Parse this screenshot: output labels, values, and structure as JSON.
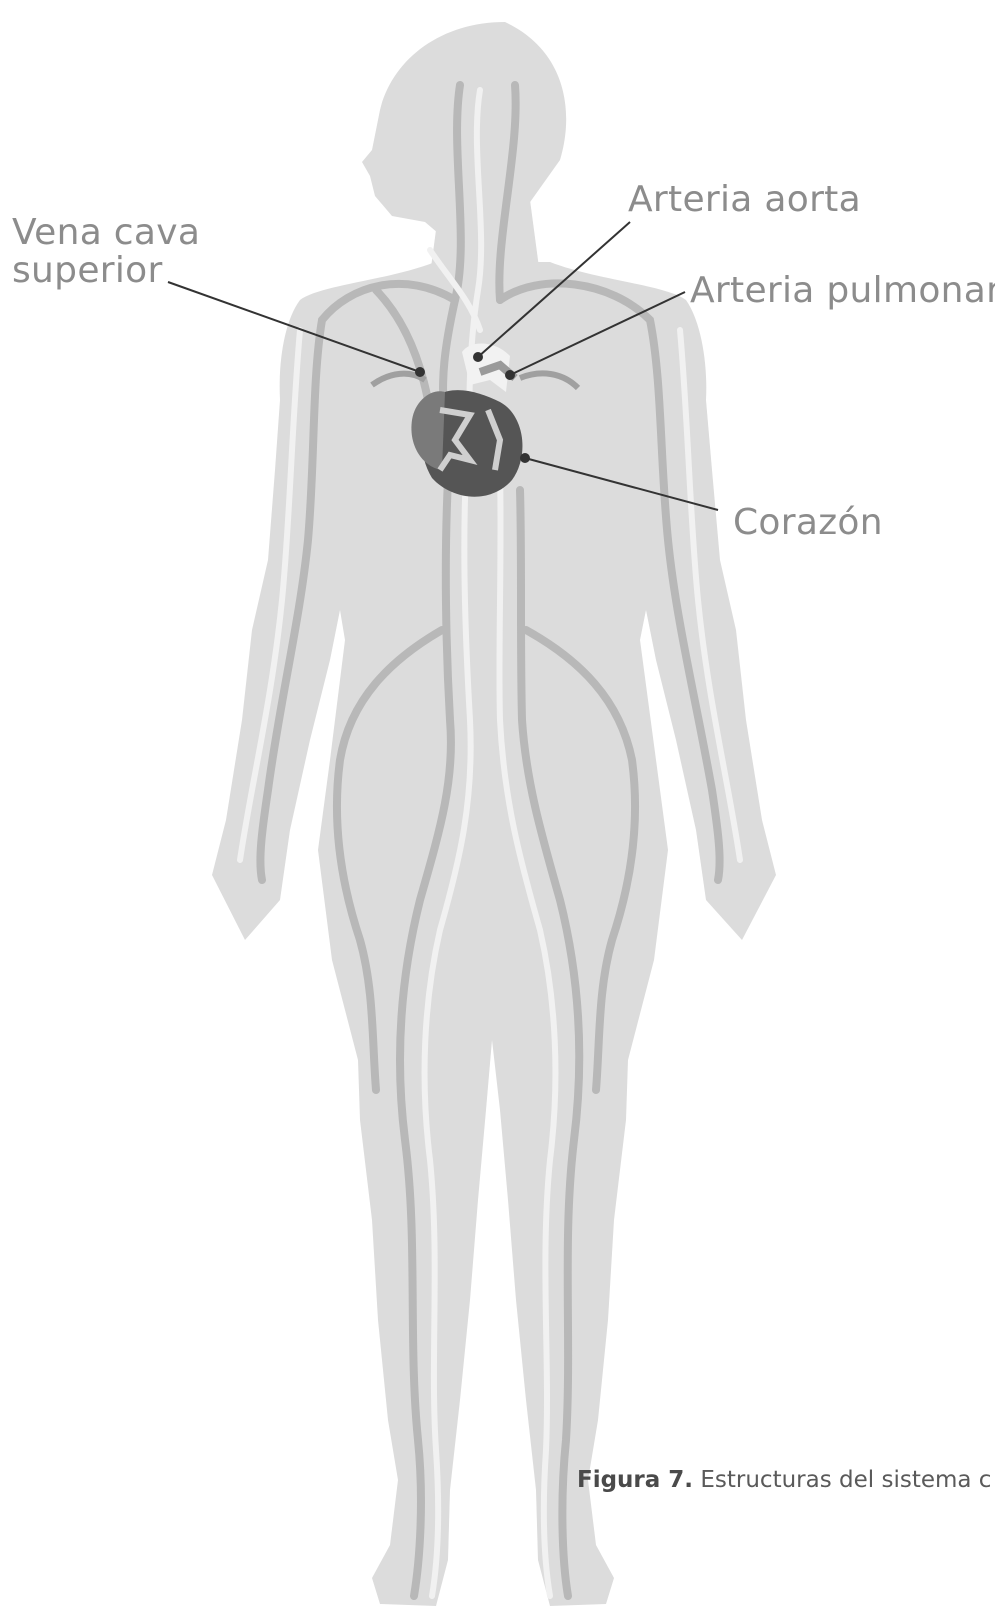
{
  "labels": {
    "vena_cava_line1": "Vena cava",
    "vena_cava_line2": "superior",
    "arteria_aorta": "Arteria aorta",
    "arteria_pulmonar": "Arteria pulmonar",
    "corazon": "Corazón"
  },
  "caption": {
    "figure": "Figura 7.",
    "text": "Estructuras del sistema c"
  },
  "colors": {
    "body": "#dcdcdc",
    "vessel_dark": "#b8b8b8",
    "vessel_light": "#f1f1f1",
    "heart": "#555555",
    "label": "#8c8c8c"
  }
}
